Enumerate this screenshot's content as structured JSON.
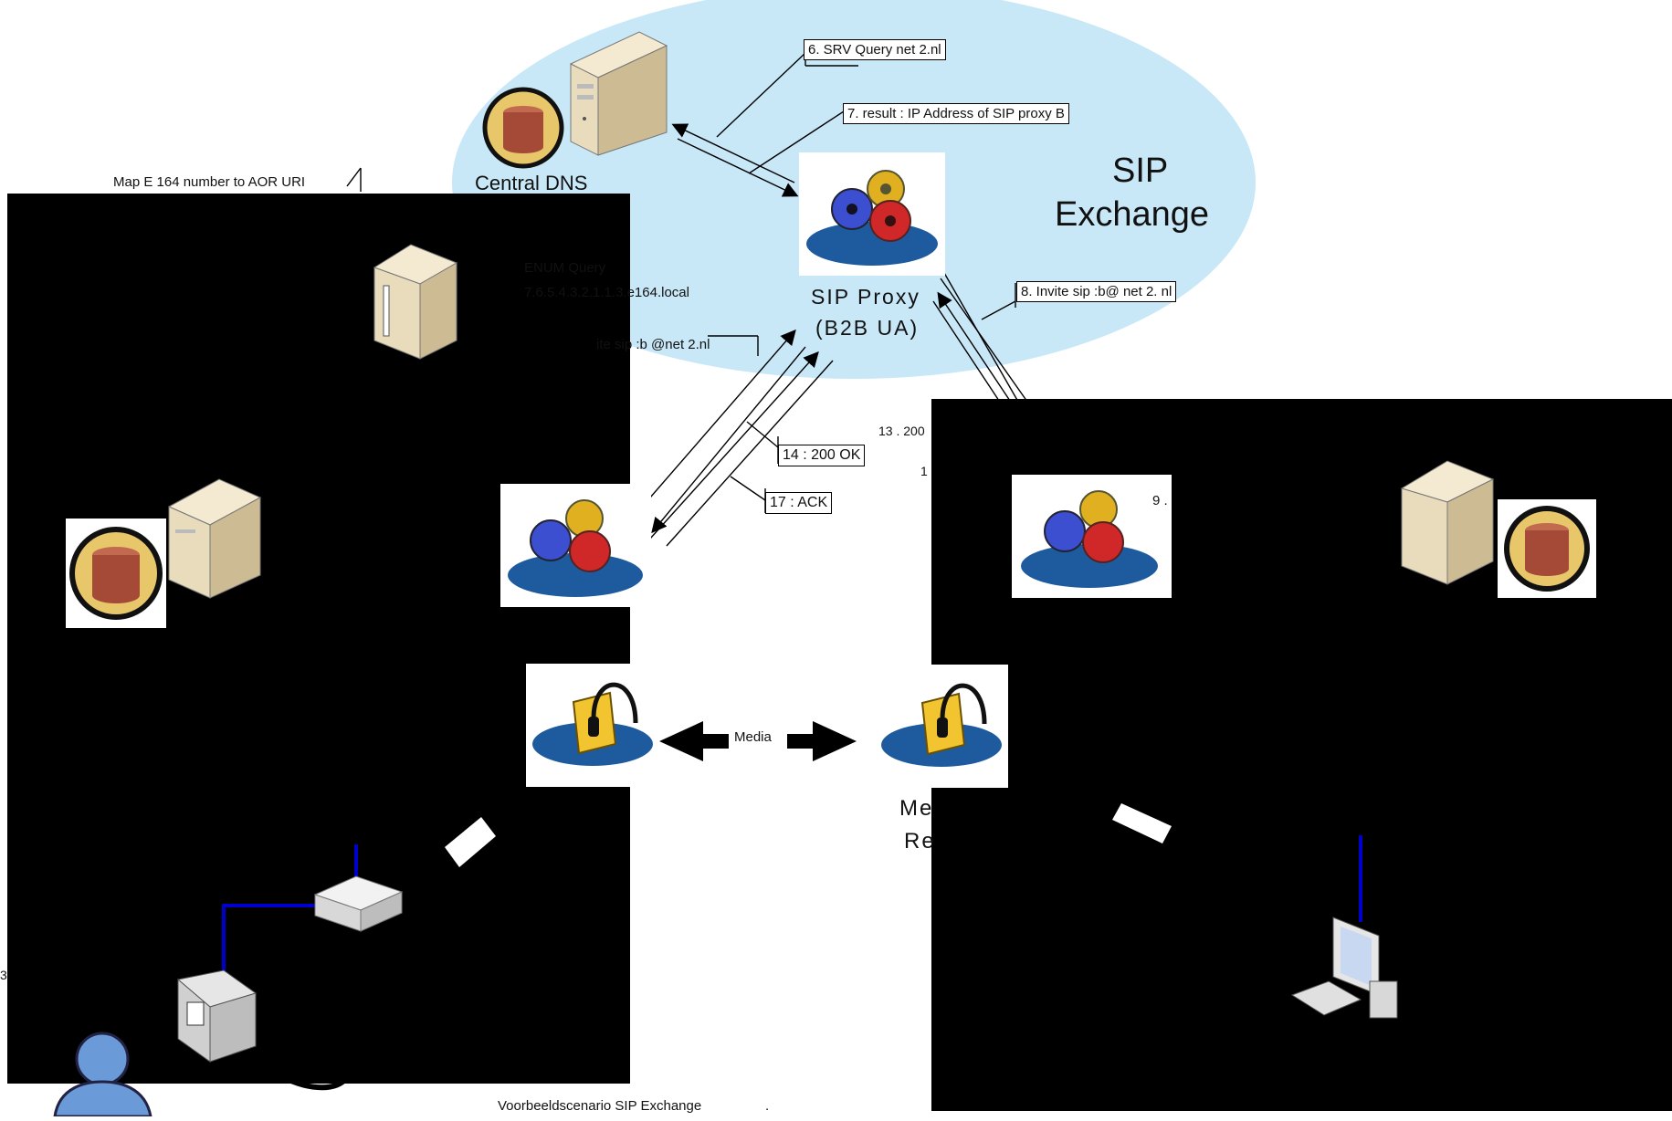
{
  "exchange": {
    "title": "SIP Exchange",
    "title_line1": "SIP",
    "title_line2": "Exchange"
  },
  "central_dns": {
    "label": "Central DNS"
  },
  "sip_proxy": {
    "line1": "SIP Proxy",
    "line2": "(B2B UA)"
  },
  "messages": {
    "srv_query": "6. SRV Query net 2.nl",
    "result": "7. result : IP Address of SIP proxy B",
    "enum_query_line1": "ENUM Query",
    "enum_query_line2": "7.6.5.4.3.2.1.1.3.e164.local",
    "invite_a": "ite sip :b @net 2.nl",
    "invite_b": "8. Invite sip :b@ net 2. nl",
    "ok_14": "14 : 200 OK",
    "ack_17": "17 : ACK",
    "ok_13": "13 . 200",
    "frag_1": "1",
    "frag_9": "9 .",
    "map_e164": "Map E 164 number to AOR URI",
    "media": "Media"
  },
  "fragments": {
    "media_relay_1": "Me",
    "media_relay_2": "Re",
    "left_digit": "3"
  },
  "caption": {
    "text": "Voorbeeldscenario SIP Exchange",
    "dot": "."
  },
  "colors": {
    "cloud": "#c8e8f8",
    "cable": "#0000cc",
    "panel": "#000000",
    "gear_base": "#1e5a9e"
  },
  "icons": [
    "server-icon",
    "database-icon",
    "gears-icon",
    "media-relay-icon",
    "router-icon",
    "phone-icon",
    "workstation-icon",
    "user-icon"
  ]
}
